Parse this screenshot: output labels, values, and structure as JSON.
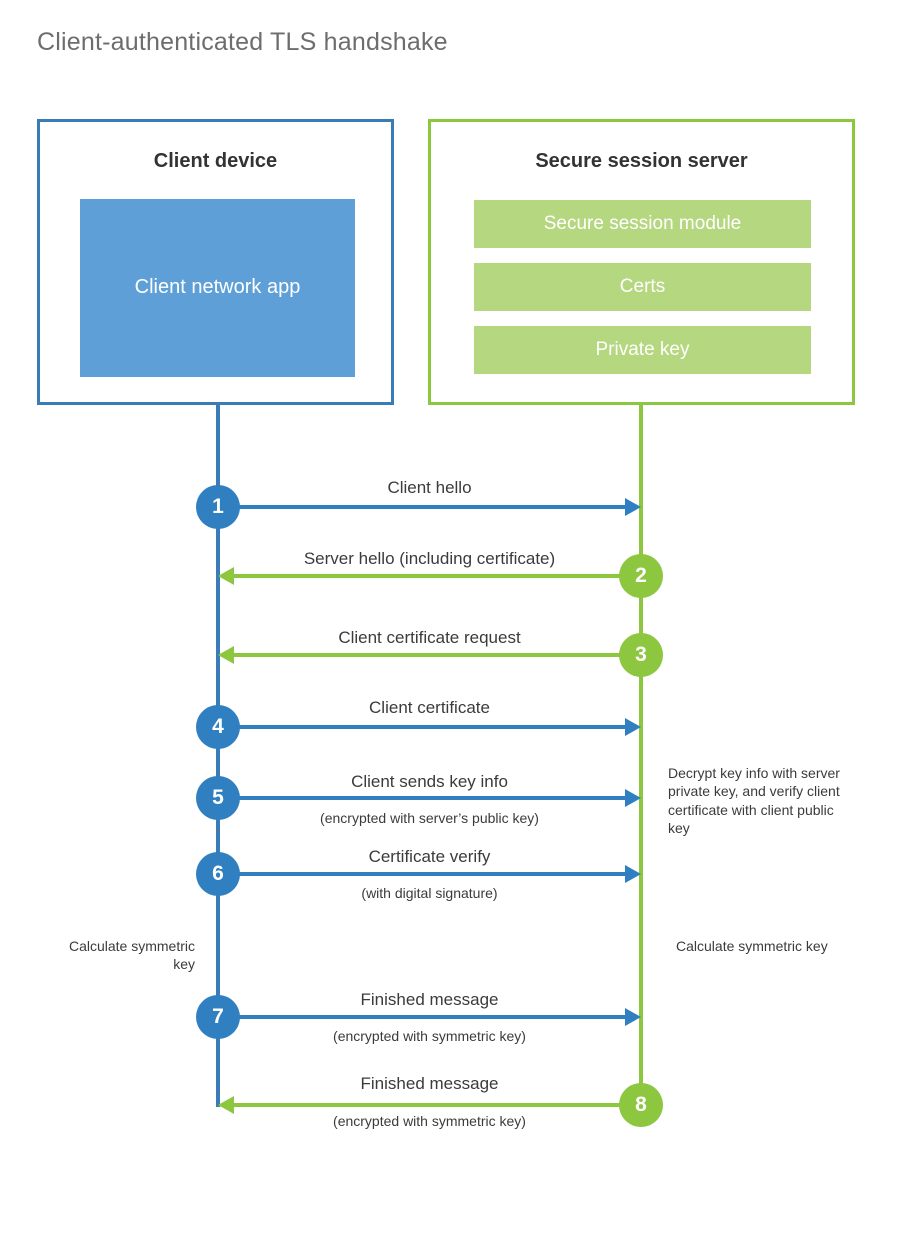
{
  "title": "Client-authenticated TLS handshake",
  "colors": {
    "client_blue": "#3a7cb8",
    "client_app_blue": "#5e9fd8",
    "badge_blue": "#2f7fc1",
    "server_green": "#8dc63f",
    "server_row_green": "#b5d780",
    "title_gray": "#6d6d6d",
    "text_gray": "#3b3b3b"
  },
  "actors": {
    "client": {
      "title": "Client device",
      "app_label": "Client network app"
    },
    "server": {
      "title": "Secure session server",
      "components": [
        "Secure session module",
        "Certs",
        "Private key"
      ]
    }
  },
  "steps": [
    {
      "number": "1",
      "label": "Client hello",
      "sublabel": "",
      "direction": "client-to-server"
    },
    {
      "number": "2",
      "label": "Server hello (including certificate)",
      "sublabel": "",
      "direction": "server-to-client"
    },
    {
      "number": "3",
      "label": "Client certificate request",
      "sublabel": "",
      "direction": "server-to-client"
    },
    {
      "number": "4",
      "label": "Client certificate",
      "sublabel": "",
      "direction": "client-to-server"
    },
    {
      "number": "5",
      "label": "Client sends key info",
      "sublabel": "(encrypted with server’s public key)",
      "direction": "client-to-server"
    },
    {
      "number": "6",
      "label": "Certificate verify",
      "sublabel": "(with digital signature)",
      "direction": "client-to-server"
    },
    {
      "number": "7",
      "label": "Finished message",
      "sublabel": "(encrypted with symmetric key)",
      "direction": "client-to-server"
    },
    {
      "number": "8",
      "label": "Finished message",
      "sublabel": "(encrypted with symmetric key)",
      "direction": "server-to-client"
    }
  ],
  "notes": {
    "decrypt": "Decrypt key info with server private key, and verify client certificate with client public key",
    "client_calculate": "Calculate symmetric key",
    "server_calculate": "Calculate symmetric key"
  }
}
